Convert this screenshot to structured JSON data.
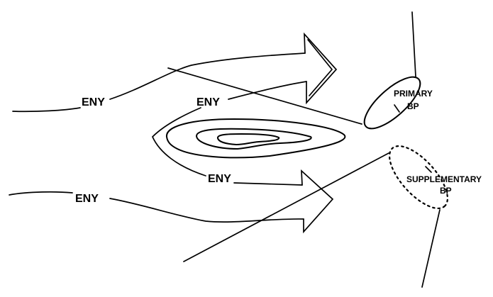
{
  "diagram": {
    "labels": {
      "eny_upper_left": "ENY",
      "eny_upper_middle": "ENY",
      "eny_middle": "ENY",
      "eny_lower_left": "ENY",
      "primary_bp_line1": "PRIMARY",
      "primary_bp_line2": "BP",
      "supplementary_bp_line1": "SUPPLEMENTARY",
      "supplementary_bp_line2": "BP"
    },
    "colors": {
      "stroke": "#000000",
      "background": "#ffffff"
    }
  }
}
